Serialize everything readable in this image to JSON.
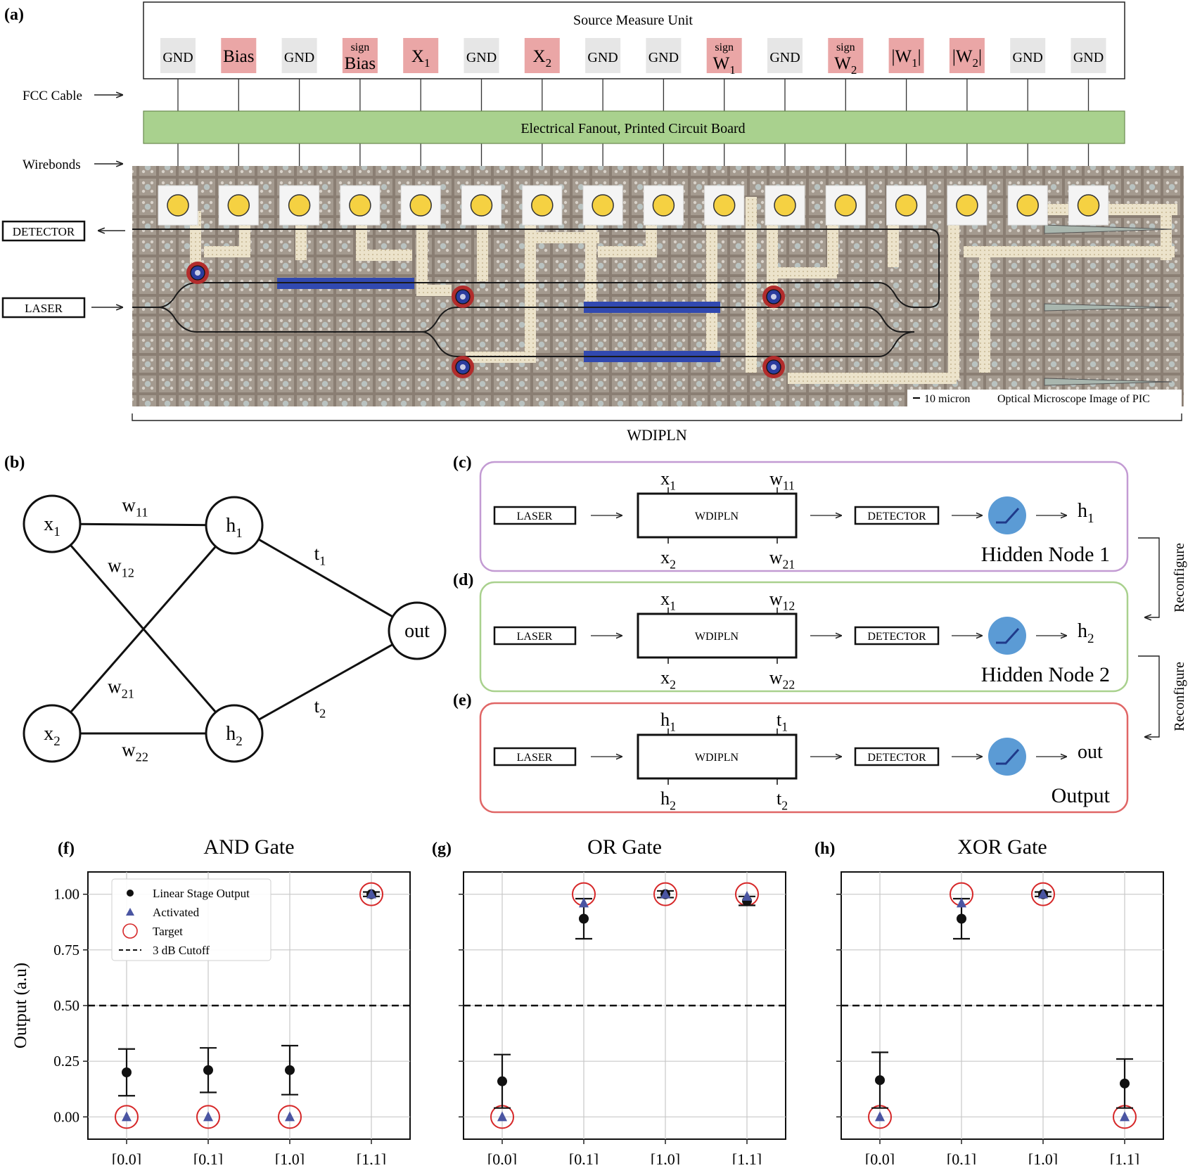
{
  "panel_labels": {
    "a": "(a)",
    "b": "(b)",
    "c": "(c)",
    "d": "(d)",
    "e": "(e)",
    "f": "(f)",
    "g": "(g)",
    "h": "(h)"
  },
  "panel_a": {
    "smu_title": "Source Measure Unit",
    "pins": [
      {
        "pre": "",
        "main": "GND",
        "sub": "",
        "post": "",
        "color": "#e6e6e6"
      },
      {
        "pre": "",
        "main": "Bias",
        "sub": "",
        "post": "",
        "color": "#eaa6a6"
      },
      {
        "pre": "",
        "main": "GND",
        "sub": "",
        "post": "",
        "color": "#e6e6e6"
      },
      {
        "pre": "sign",
        "main": "Bias",
        "sub": "",
        "post": "",
        "color": "#eaa6a6"
      },
      {
        "pre": "",
        "main": "X",
        "sub": "1",
        "post": "",
        "color": "#eaa6a6"
      },
      {
        "pre": "",
        "main": "GND",
        "sub": "",
        "post": "",
        "color": "#e6e6e6"
      },
      {
        "pre": "",
        "main": "X",
        "sub": "2",
        "post": "",
        "color": "#eaa6a6"
      },
      {
        "pre": "",
        "main": "GND",
        "sub": "",
        "post": "",
        "color": "#e6e6e6"
      },
      {
        "pre": "",
        "main": "GND",
        "sub": "",
        "post": "",
        "color": "#e6e6e6"
      },
      {
        "pre": "sign",
        "main": "W",
        "sub": "1",
        "post": "",
        "color": "#eaa6a6"
      },
      {
        "pre": "",
        "main": "GND",
        "sub": "",
        "post": "",
        "color": "#e6e6e6"
      },
      {
        "pre": "sign",
        "main": "W",
        "sub": "2",
        "post": "",
        "color": "#eaa6a6"
      },
      {
        "pre": "",
        "main": "|W",
        "sub": "1",
        "post": "|",
        "color": "#eaa6a6"
      },
      {
        "pre": "",
        "main": "|W",
        "sub": "2",
        "post": "|",
        "color": "#eaa6a6"
      },
      {
        "pre": "",
        "main": "GND",
        "sub": "",
        "post": "",
        "color": "#e6e6e6"
      },
      {
        "pre": "",
        "main": "GND",
        "sub": "",
        "post": "",
        "color": "#e6e6e6"
      }
    ],
    "fcc_label": "FCC Cable",
    "pcb_label": "Electrical Fanout, Printed Circuit Board",
    "pcb_color": "#a9d18e",
    "wirebonds_label": "Wirebonds",
    "detector_label": "DETECTOR",
    "laser_label": "LASER",
    "scale_label": "10 micron",
    "image_caption": "Optical Microscope Image of PIC",
    "bracket_label": "WDIPLN"
  },
  "panel_b": {
    "nodes": [
      {
        "id": "x1",
        "base": "x",
        "sub": "1"
      },
      {
        "id": "x2",
        "base": "x",
        "sub": "2"
      },
      {
        "id": "h1",
        "base": "h",
        "sub": "1"
      },
      {
        "id": "h2",
        "base": "h",
        "sub": "2"
      },
      {
        "id": "out",
        "base": "out",
        "sub": ""
      }
    ],
    "edges": [
      {
        "base": "w",
        "sub": "11"
      },
      {
        "base": "w",
        "sub": "12"
      },
      {
        "base": "w",
        "sub": "21"
      },
      {
        "base": "w",
        "sub": "22"
      },
      {
        "base": "t",
        "sub": "1"
      },
      {
        "base": "t",
        "sub": "2"
      }
    ]
  },
  "pipelines": [
    {
      "laser": "LASER",
      "block": "WDIPLN",
      "detector": "DETECTOR",
      "border": "#c39bd3",
      "top_left": {
        "base": "x",
        "sub": "1"
      },
      "top_right": {
        "base": "w",
        "sub": "11"
      },
      "bot_left": {
        "base": "x",
        "sub": "2"
      },
      "bot_right": {
        "base": "w",
        "sub": "21"
      },
      "output": {
        "base": "h",
        "sub": "1"
      },
      "name": "Hidden Node 1"
    },
    {
      "laser": "LASER",
      "block": "WDIPLN",
      "detector": "DETECTOR",
      "border": "#a9d18e",
      "top_left": {
        "base": "x",
        "sub": "1"
      },
      "top_right": {
        "base": "w",
        "sub": "12"
      },
      "bot_left": {
        "base": "x",
        "sub": "2"
      },
      "bot_right": {
        "base": "w",
        "sub": "22"
      },
      "output": {
        "base": "h",
        "sub": "2"
      },
      "name": "Hidden Node 2"
    },
    {
      "laser": "LASER",
      "block": "WDIPLN",
      "detector": "DETECTOR",
      "border": "#e06666",
      "top_left": {
        "base": "h",
        "sub": "1"
      },
      "top_right": {
        "base": "t",
        "sub": "1"
      },
      "bot_left": {
        "base": "h",
        "sub": "2"
      },
      "bot_right": {
        "base": "t",
        "sub": "2"
      },
      "output": {
        "base": "out",
        "sub": ""
      },
      "name": "Output"
    }
  ],
  "reconfigure_label": "Reconfigure",
  "activation_color": "#5b9bd5",
  "chart_data": [
    {
      "type": "scatter",
      "title": "AND Gate",
      "ylabel": "Output (a.u)",
      "xlabel": "",
      "categories": [
        "[0,0]",
        "[0,1]",
        "[1,0]",
        "[1,1]"
      ],
      "ylim": [
        -0.1,
        1.1
      ],
      "yticks": [
        "0.00",
        "0.25",
        "0.50",
        "0.75",
        "1.00"
      ],
      "grid": true,
      "series": [
        {
          "name": "Linear Stage Output",
          "values": [
            0.2,
            0.21,
            0.21,
            1.0
          ],
          "err": [
            0.105,
            0.1,
            0.11,
            0.01
          ]
        },
        {
          "name": "Activated",
          "values": [
            0.0,
            0.0,
            0.0,
            1.0
          ]
        },
        {
          "name": "Target",
          "values": [
            0,
            0,
            0,
            1
          ]
        },
        {
          "name": "3 dB Cutoff",
          "values": [
            0.5
          ]
        }
      ],
      "legend": "top-left"
    },
    {
      "type": "scatter",
      "title": "OR Gate",
      "ylabel": "",
      "xlabel": "",
      "categories": [
        "[0,0]",
        "[0,1]",
        "[1,0]",
        "[1,1]"
      ],
      "ylim": [
        -0.1,
        1.1
      ],
      "grid": true,
      "series": [
        {
          "name": "Linear Stage Output",
          "values": [
            0.16,
            0.89,
            1.0,
            0.97
          ],
          "err": [
            0.12,
            0.09,
            0.015,
            0.02
          ]
        },
        {
          "name": "Activated",
          "values": [
            0.0,
            0.96,
            1.0,
            0.99
          ]
        },
        {
          "name": "Target",
          "values": [
            0,
            1,
            1,
            1
          ]
        },
        {
          "name": "3 dB Cutoff",
          "values": [
            0.5
          ]
        }
      ]
    },
    {
      "type": "scatter",
      "title": "XOR Gate",
      "ylabel": "",
      "xlabel": "",
      "categories": [
        "[0,0]",
        "[0,1]",
        "[1,0]",
        "[1,1]"
      ],
      "ylim": [
        -0.1,
        1.1
      ],
      "grid": true,
      "series": [
        {
          "name": "Linear Stage Output",
          "values": [
            0.165,
            0.89,
            1.0,
            0.15
          ],
          "err": [
            0.125,
            0.09,
            0.01,
            0.11
          ]
        },
        {
          "name": "Activated",
          "values": [
            0.0,
            0.96,
            1.0,
            0.0
          ]
        },
        {
          "name": "Target",
          "values": [
            0,
            1,
            1,
            0
          ]
        },
        {
          "name": "3 dB Cutoff",
          "values": [
            0.5
          ]
        }
      ]
    }
  ]
}
